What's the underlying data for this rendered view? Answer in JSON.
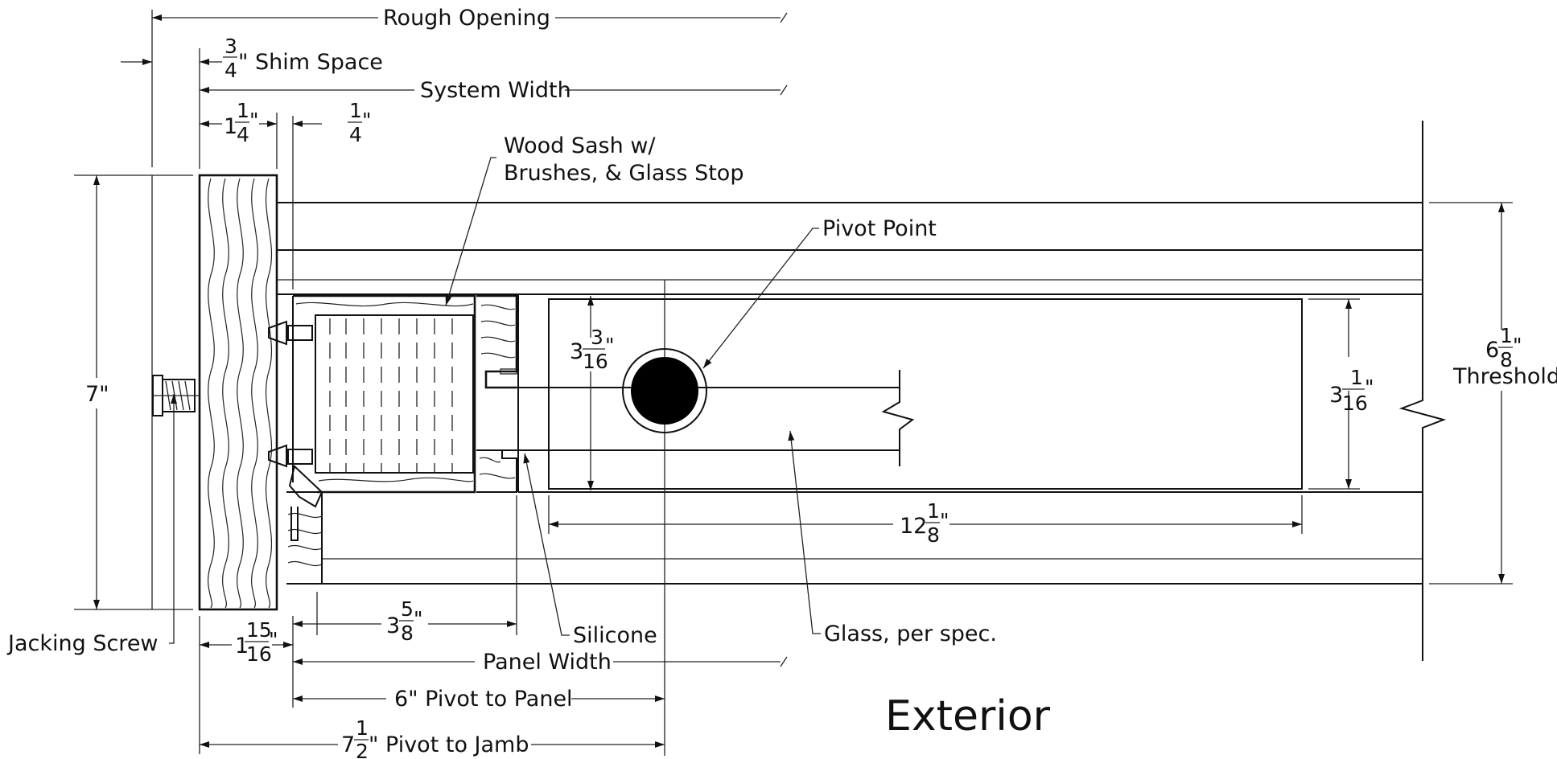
{
  "dimensions": {
    "rough_opening": "Rough Opening",
    "shim_space": {
      "num": "3",
      "den": "4",
      "text": "\" Shim Space"
    },
    "system_width": "System Width",
    "jamb_thickness": {
      "whole": "1",
      "num": "1",
      "den": "4",
      "unit": "\""
    },
    "gap": {
      "num": "1",
      "den": "4",
      "unit": "\""
    },
    "overall_height": "7\"",
    "sash_height": {
      "whole": "3",
      "num": "3",
      "den": "16",
      "unit": "\""
    },
    "glass_height": {
      "whole": "3",
      "num": "1",
      "den": "16",
      "unit": "\""
    },
    "threshold": {
      "whole": "6",
      "num": "1",
      "den": "8",
      "unit": "\"",
      "label": "Threshold"
    },
    "glass_width": {
      "whole": "12",
      "num": "1",
      "den": "8",
      "unit": "\""
    },
    "sash_depth": {
      "whole": "3",
      "num": "5",
      "den": "8",
      "unit": "\""
    },
    "stop_width": {
      "whole": "1",
      "num": "15",
      "den": "16",
      "unit": "\""
    },
    "panel_width": "Panel Width",
    "pivot_to_panel": "6\" Pivot to Panel",
    "pivot_to_jamb": {
      "whole": "7",
      "num": "1",
      "den": "2",
      "text": "\" Pivot to Jamb"
    }
  },
  "callouts": {
    "wood_sash_line1": "Wood Sash w/",
    "wood_sash_line2": "Brushes, & Glass Stop",
    "pivot_point": "Pivot Point",
    "jacking_screw": "Jacking Screw",
    "silicone": "Silicone",
    "glass": "Glass, per spec."
  },
  "side_label": "Exterior"
}
